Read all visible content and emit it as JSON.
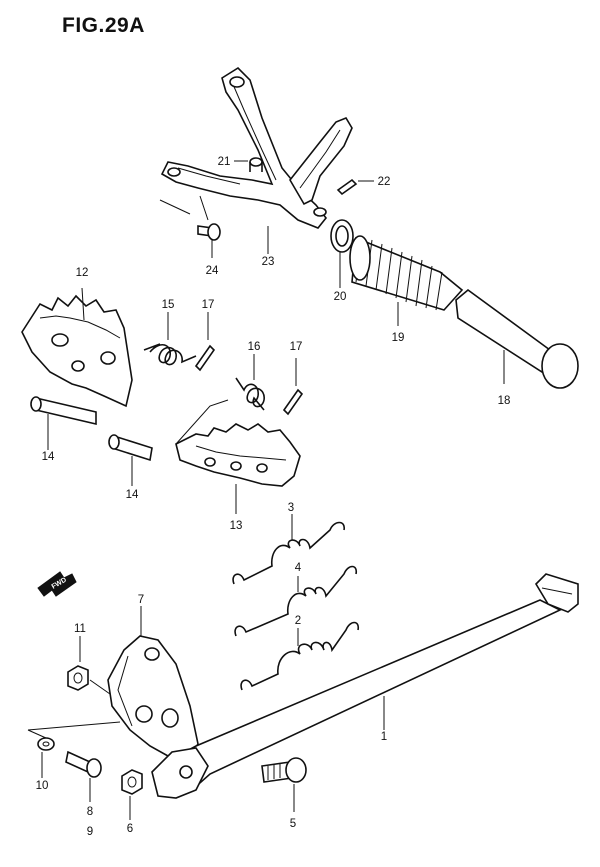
{
  "figure": {
    "title": "FIG.29A"
  },
  "fwd_label": "FWD",
  "callouts": [
    {
      "id": "c1",
      "label": "1"
    },
    {
      "id": "c2",
      "label": "2"
    },
    {
      "id": "c3",
      "label": "3"
    },
    {
      "id": "c4",
      "label": "4"
    },
    {
      "id": "c5",
      "label": "5"
    },
    {
      "id": "c6",
      "label": "6"
    },
    {
      "id": "c7",
      "label": "7"
    },
    {
      "id": "c8",
      "label": "8"
    },
    {
      "id": "c9",
      "label": "9"
    },
    {
      "id": "c10",
      "label": "10"
    },
    {
      "id": "c11",
      "label": "11"
    },
    {
      "id": "c12",
      "label": "12"
    },
    {
      "id": "c13",
      "label": "13"
    },
    {
      "id": "c14a",
      "label": "14"
    },
    {
      "id": "c14b",
      "label": "14"
    },
    {
      "id": "c15",
      "label": "15"
    },
    {
      "id": "c16",
      "label": "16"
    },
    {
      "id": "c17a",
      "label": "17"
    },
    {
      "id": "c17b",
      "label": "17"
    },
    {
      "id": "c18",
      "label": "18"
    },
    {
      "id": "c19",
      "label": "19"
    },
    {
      "id": "c20",
      "label": "20"
    },
    {
      "id": "c21",
      "label": "21"
    },
    {
      "id": "c22",
      "label": "22"
    },
    {
      "id": "c23",
      "label": "23"
    },
    {
      "id": "c24",
      "label": "24"
    }
  ]
}
